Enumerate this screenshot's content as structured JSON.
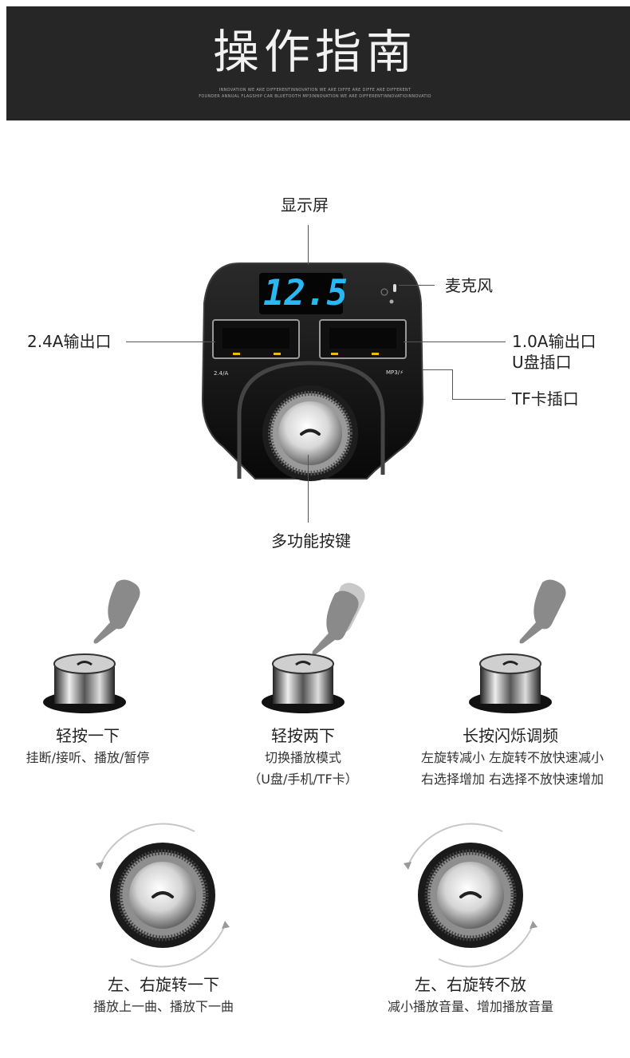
{
  "header": {
    "title": "操作指南",
    "sub_line1": "INNOVATION WE ARE DIFFERENTINNOVATION WE ARE DIFFE ARE DIFFE ARE DIFFERENT",
    "sub_line2": "FOUNDER ANNUAL FLAGSHIP CAR BLUETOOTH MP3INNOVATION WE ARE DIFFERENTINNOVATIOINNOVATIO"
  },
  "device": {
    "display_value": "12.5",
    "port_left_marking": "2.4/A",
    "port_right_marking": "MP3/⚡",
    "labels": {
      "display": "显示屏",
      "microphone": "麦克风",
      "left_port": "2.4A输出口",
      "right_port_line1": "1.0A输出口",
      "right_port_line2": "U盘插口",
      "tf_slot": "TF卡插口",
      "multi_button": "多功能按键"
    }
  },
  "operations": [
    {
      "title": "轻按一下",
      "desc1": "挂断/接听、播放/暂停",
      "desc2": ""
    },
    {
      "title": "轻按两下",
      "desc1": "切换播放模式",
      "desc2": "（U盘/手机/TF卡）"
    },
    {
      "title": "长按闪烁调频",
      "desc1": "左旋转减小 左旋转不放快速减小",
      "desc2": "右选择增加 右选择不放快速增加"
    }
  ],
  "rotations": [
    {
      "title": "左、右旋转一下",
      "desc": "播放上一曲、播放下一曲"
    },
    {
      "title": "左、右旋转不放",
      "desc": "减小播放音量、增加播放音量"
    }
  ],
  "colors": {
    "header_bg": "#262626",
    "display_digits": "#2ab8f2",
    "port_pins": "#e8c000"
  }
}
